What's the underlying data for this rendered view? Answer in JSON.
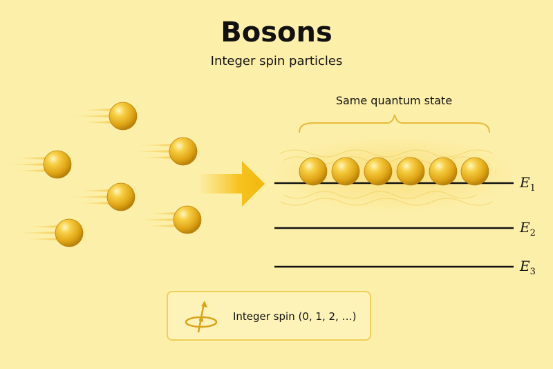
{
  "title": "Bosons",
  "subtitle": "Integer spin particles",
  "state_label": "Same quantum state",
  "levels": [
    {
      "symbol": "E",
      "index": "1"
    },
    {
      "symbol": "E",
      "index": "2"
    },
    {
      "symbol": "E",
      "index": "3"
    }
  ],
  "legend": {
    "text": "Integer spin  (0, 1, 2, …)",
    "icon": "spin-icon"
  },
  "colors": {
    "background": "#fcefa9",
    "particle": "#e3ad1a",
    "arrow": "#f6c21d",
    "brace": "#e8b93a",
    "line": "#111111"
  }
}
